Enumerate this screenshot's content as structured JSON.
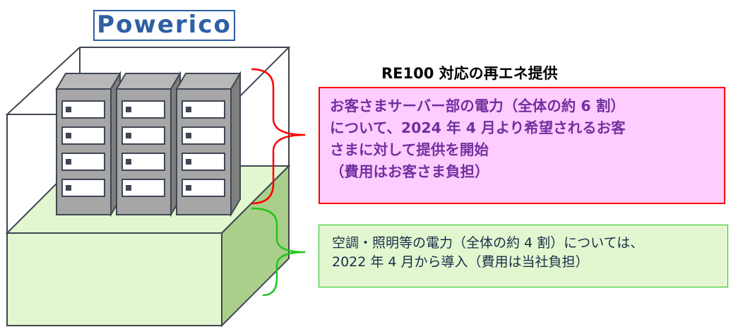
{
  "logo": {
    "text": "Powerico"
  },
  "title": "RE100 対応の再エネ提供",
  "customer_server_power": {
    "lines": [
      "お客さまサーバー部の電力（全体の約 6 割）",
      "について、2024 年 4 月より希望されるお客",
      "さまに対して提供を開始",
      "（費用はお客さま負担）"
    ]
  },
  "facility_power": {
    "lines": [
      "空調・照明等の電力（全体の約 4 割）については、",
      "2022 年 4 月から導入（費用は当社負担）"
    ]
  },
  "colors": {
    "logo": "#2f5fa5",
    "pink_fill": "#ffccff",
    "pink_border": "#ff0000",
    "pink_text": "#7030a0",
    "green_fill": "#e2f7cf",
    "green_border": "#22c41a",
    "building_outline": "#3f4753",
    "building_green_face": "#e2f7cf",
    "building_green_side": "#a9cf8a",
    "server_rack": "#a6a6a6",
    "brace_red": "#ff0000",
    "brace_green": "#22c41a"
  },
  "icons": {
    "server": "server-rack-icon",
    "building": "data-center-box"
  }
}
